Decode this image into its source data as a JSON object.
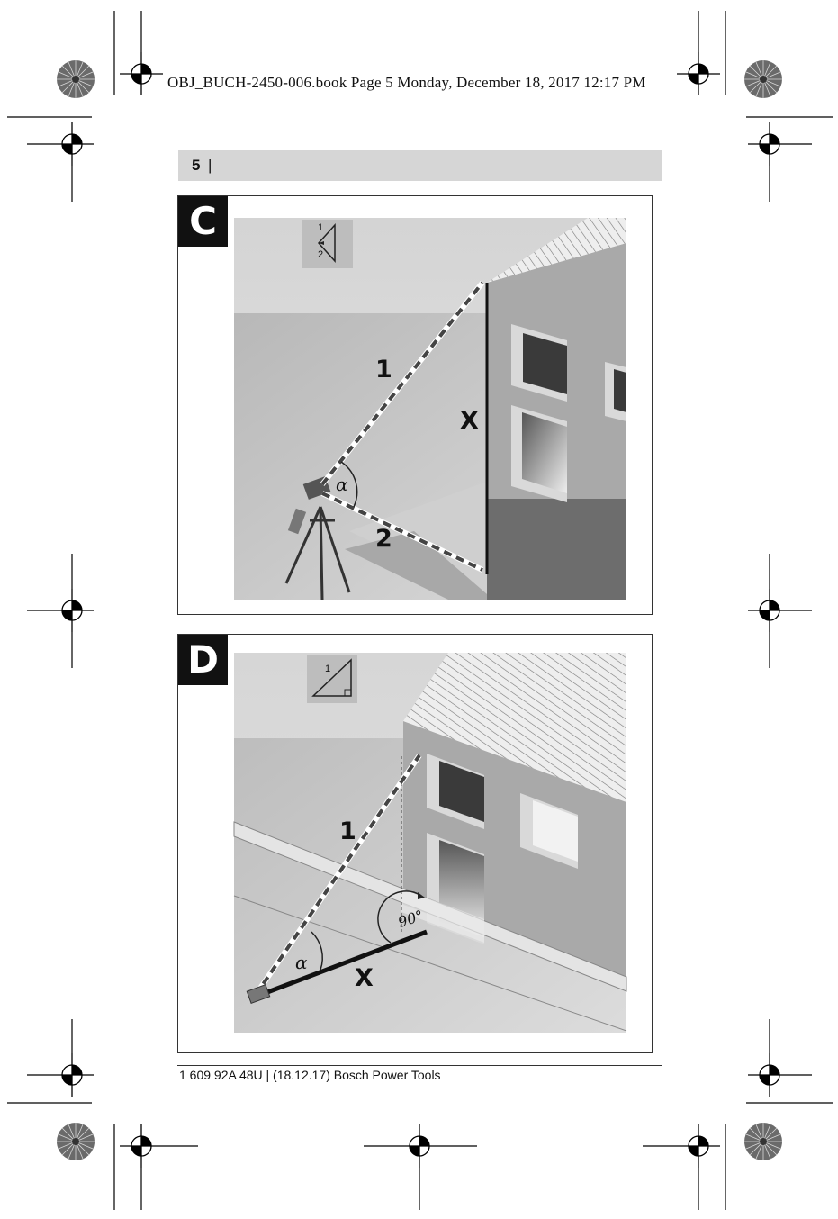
{
  "header": {
    "print_info": "OBJ_BUCH-2450-006.book  Page 5  Monday, December 18, 2017  12:17 PM"
  },
  "page": {
    "number": "5",
    "separator": "|"
  },
  "figure_c": {
    "label": "C",
    "icon_top_number": "1",
    "icon_bottom_number": "2",
    "beam_1_label": "1",
    "beam_2_label": "2",
    "height_label": "X",
    "angle_label": "α"
  },
  "figure_d": {
    "label": "D",
    "icon_number": "1",
    "beam_1_label": "1",
    "distance_label": "X",
    "angle_label": "α",
    "right_angle_label": "90°"
  },
  "footer": {
    "text": "1 609 92A 48U | (18.12.17) Bosch Power Tools"
  }
}
